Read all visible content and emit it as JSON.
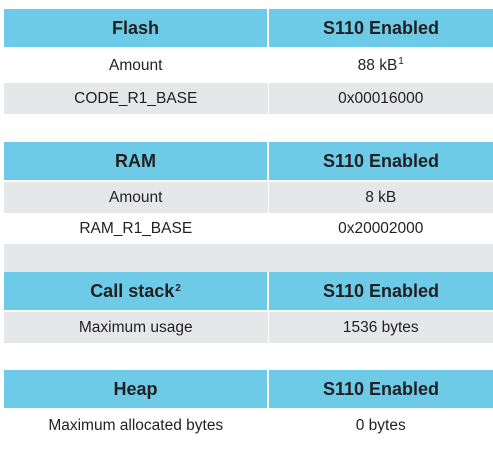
{
  "flash": {
    "header_left": "Flash",
    "header_right": "S110 Enabled",
    "rows": [
      {
        "label": "Amount",
        "value": "88 kB",
        "footnote": "1"
      },
      {
        "label": "CODE_R1_BASE",
        "value": "0x00016000"
      }
    ]
  },
  "ram": {
    "header_left": "RAM",
    "header_right": "S110 Enabled",
    "rows": [
      {
        "label": "Amount",
        "value": "8 kB"
      },
      {
        "label": "RAM_R1_BASE",
        "value": "0x20002000"
      }
    ]
  },
  "call_stack": {
    "header_left": "Call stack",
    "header_footnote": "2",
    "header_right": "S110 Enabled",
    "rows": [
      {
        "label": "Maximum usage",
        "value": "1536 bytes"
      }
    ]
  },
  "heap": {
    "header_left": "Heap",
    "header_right": "S110 Enabled",
    "rows": [
      {
        "label": "Maximum allocated bytes",
        "value": "0 bytes"
      }
    ]
  },
  "colors": {
    "header_bg": "#6ecbe7",
    "stripe_bg": "#e6e7e8",
    "text": "#231f20"
  }
}
